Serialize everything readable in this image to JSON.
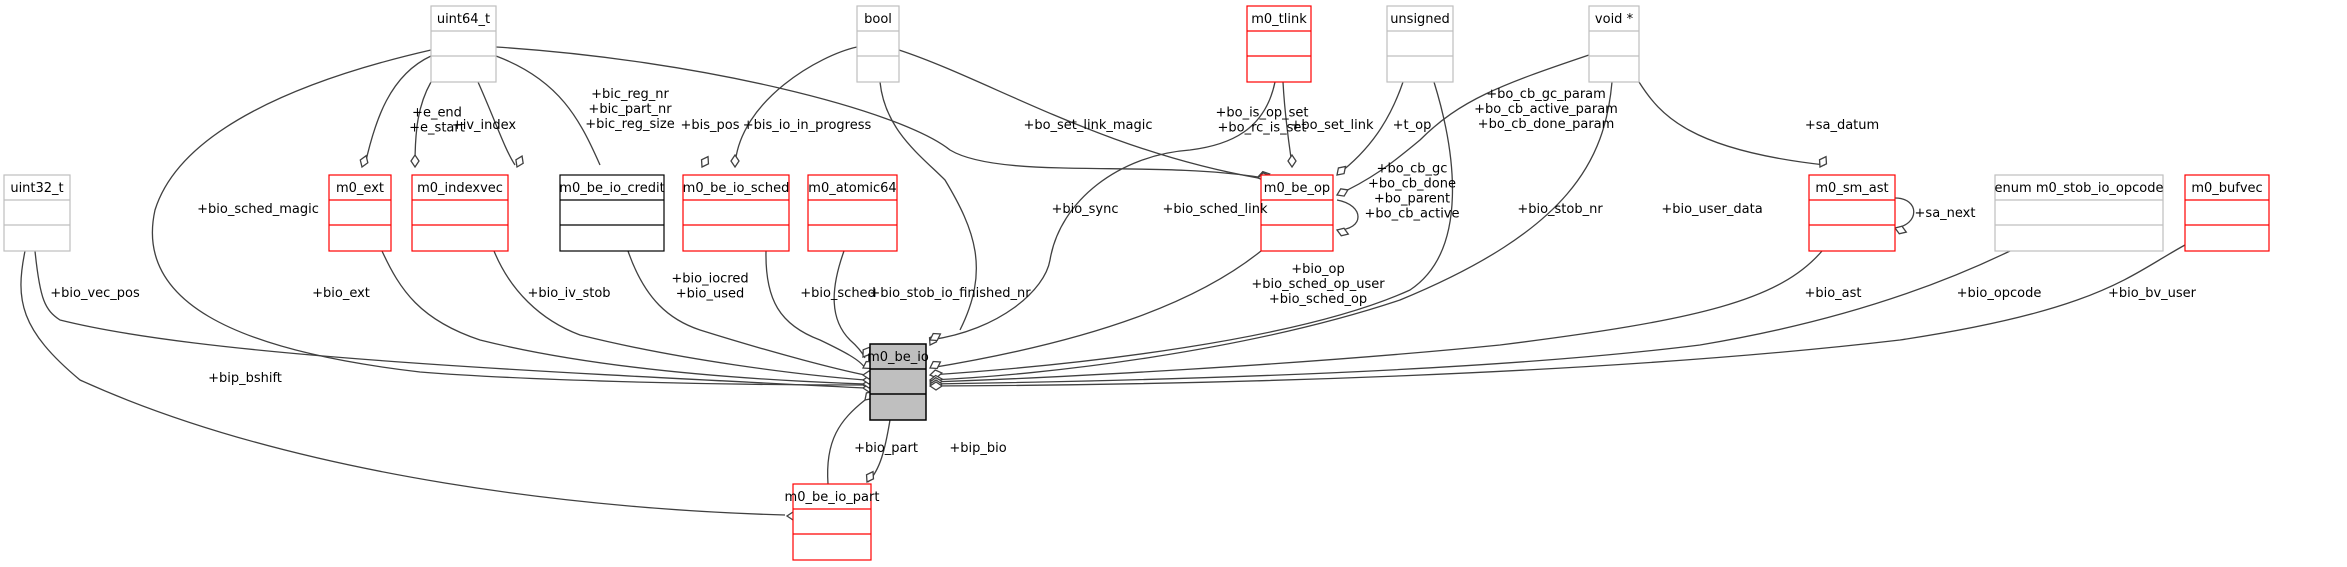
{
  "diagram": {
    "type": "collaboration-diagram",
    "colors": {
      "focus_fill": "#bfbfbf",
      "focus_border": "#000000",
      "documented_border": "#ff0000",
      "undocumented_border": "#bfbfbf",
      "plain_border": "#000000",
      "edge": "#404040"
    },
    "nodes": [
      {
        "id": "uint64_t",
        "label": "uint64_t",
        "style": "undocumented"
      },
      {
        "id": "bool",
        "label": "bool",
        "style": "undocumented"
      },
      {
        "id": "m0_tlink",
        "label": "m0_tlink",
        "style": "documented"
      },
      {
        "id": "unsigned",
        "label": "unsigned",
        "style": "undocumented"
      },
      {
        "id": "void_ptr",
        "label": "void *",
        "style": "undocumented"
      },
      {
        "id": "uint32_t",
        "label": "uint32_t",
        "style": "undocumented"
      },
      {
        "id": "m0_ext",
        "label": "m0_ext",
        "style": "documented"
      },
      {
        "id": "m0_indexvec",
        "label": "m0_indexvec",
        "style": "documented"
      },
      {
        "id": "m0_be_io_credit",
        "label": "m0_be_io_credit",
        "style": "plain"
      },
      {
        "id": "m0_be_io_sched",
        "label": "m0_be_io_sched",
        "style": "documented"
      },
      {
        "id": "m0_atomic64",
        "label": "m0_atomic64",
        "style": "documented"
      },
      {
        "id": "m0_be_op",
        "label": "m0_be_op",
        "style": "documented"
      },
      {
        "id": "m0_sm_ast",
        "label": "m0_sm_ast",
        "style": "documented"
      },
      {
        "id": "m0_stob_io_opcode",
        "label": "enum m0_stob_io_opcode",
        "style": "undocumented"
      },
      {
        "id": "m0_bufvec",
        "label": "m0_bufvec",
        "style": "documented"
      },
      {
        "id": "m0_be_io",
        "label": "m0_be_io",
        "style": "focus"
      },
      {
        "id": "m0_be_io_part",
        "label": "m0_be_io_part",
        "style": "documented"
      }
    ],
    "edges": [
      {
        "from": "uint64_t",
        "to": "m0_ext",
        "labels": [
          "+e_end",
          "+e_start"
        ]
      },
      {
        "from": "uint64_t",
        "to": "m0_indexvec",
        "labels": [
          "+iv_index"
        ]
      },
      {
        "from": "uint64_t",
        "to": "m0_be_io_credit",
        "labels": [
          "+bic_reg_nr",
          "+bic_part_nr",
          "+bic_reg_size"
        ]
      },
      {
        "from": "uint64_t",
        "to": "m0_be_io_sched",
        "labels": [
          "+bis_pos"
        ]
      },
      {
        "from": "uint64_t",
        "to": "m0_be_op",
        "labels": [
          "+bo_set_link_magic"
        ]
      },
      {
        "from": "uint64_t",
        "to": "m0_be_io",
        "labels": [
          "+bio_sched_magic"
        ]
      },
      {
        "from": "bool",
        "to": "m0_be_io_sched",
        "labels": [
          "+bis_io_in_progress"
        ]
      },
      {
        "from": "bool",
        "to": "m0_be_op",
        "labels": [
          "+bo_is_op_set",
          "+bo_rc_is_set"
        ]
      },
      {
        "from": "bool",
        "to": "m0_be_io",
        "labels": [
          "+bio_sync"
        ]
      },
      {
        "from": "m0_tlink",
        "to": "m0_be_op",
        "labels": [
          "+bo_set_link"
        ]
      },
      {
        "from": "m0_tlink",
        "to": "m0_be_io",
        "labels": [
          "+bio_sched_link"
        ]
      },
      {
        "from": "unsigned",
        "to": "m0_be_op",
        "labels": [
          "+t_op"
        ]
      },
      {
        "from": "unsigned",
        "to": "m0_be_io",
        "labels": [
          "+bio_stob_nr"
        ]
      },
      {
        "from": "void_ptr",
        "to": "m0_be_op",
        "labels": [
          "+bo_cb_gc_param",
          "+bo_cb_active_param",
          "+bo_cb_done_param"
        ]
      },
      {
        "from": "void_ptr",
        "to": "m0_sm_ast",
        "labels": [
          "+sa_datum"
        ]
      },
      {
        "from": "void_ptr",
        "to": "m0_be_io",
        "labels": [
          "+bio_user_data"
        ]
      },
      {
        "from": "m0_be_op",
        "to": "m0_be_op",
        "labels": [
          "+bo_cb_gc",
          "+bo_cb_done",
          "+bo_parent",
          "+bo_cb_active"
        ]
      },
      {
        "from": "m0_sm_ast",
        "to": "m0_sm_ast",
        "labels": [
          "+sa_next"
        ]
      },
      {
        "from": "uint32_t",
        "to": "m0_be_io",
        "labels": [
          "+bio_vec_pos"
        ]
      },
      {
        "from": "uint32_t",
        "to": "m0_be_io_part",
        "labels": [
          "+bip_bshift"
        ]
      },
      {
        "from": "m0_ext",
        "to": "m0_be_io",
        "labels": [
          "+bio_ext"
        ]
      },
      {
        "from": "m0_indexvec",
        "to": "m0_be_io",
        "labels": [
          "+bio_iv_stob"
        ]
      },
      {
        "from": "m0_be_io_credit",
        "to": "m0_be_io",
        "labels": [
          "+bio_iocred",
          "+bio_used"
        ]
      },
      {
        "from": "m0_be_io_sched",
        "to": "m0_be_io",
        "labels": [
          "+bio_sched"
        ]
      },
      {
        "from": "m0_atomic64",
        "to": "m0_be_io",
        "labels": [
          "+bio_stob_io_finished_nr"
        ]
      },
      {
        "from": "m0_be_op",
        "to": "m0_be_io",
        "labels": [
          "+bio_op",
          "+bio_sched_op_user",
          "+bio_sched_op"
        ]
      },
      {
        "from": "m0_sm_ast",
        "to": "m0_be_io",
        "labels": [
          "+bio_ast"
        ]
      },
      {
        "from": "m0_stob_io_opcode",
        "to": "m0_be_io",
        "labels": [
          "+bio_opcode"
        ]
      },
      {
        "from": "m0_bufvec",
        "to": "m0_be_io",
        "labels": [
          "+bio_bv_user"
        ]
      },
      {
        "from": "m0_be_io_part",
        "to": "m0_be_io",
        "labels": [
          "+bio_part"
        ]
      },
      {
        "from": "m0_be_io",
        "to": "m0_be_io_part",
        "labels": [
          "+bip_bio"
        ]
      }
    ]
  }
}
